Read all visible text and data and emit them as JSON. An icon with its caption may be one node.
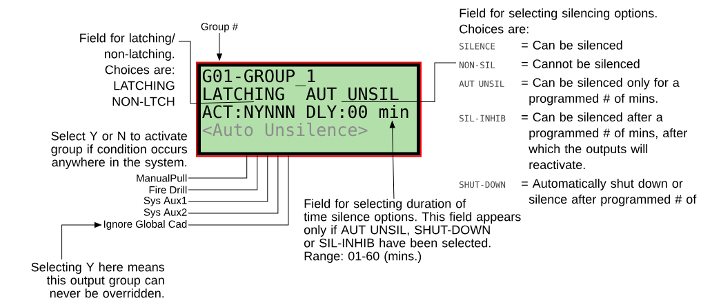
{
  "diagram": {
    "nodes": [
      {
        "text": [
          "G01-GROUP_1",
          "LATCHING",
          "AUT UNSIL",
          "ACT:NYNNN DLY:00 min",
          "<Auto Unsilence>"
        ]
      },
      {
        "text": [
          "Group #"
        ]
      },
      {
        "text": [
          "Field for latching/ non-latching. Choices are:",
          "LATCHING",
          "NON-LTCH"
        ]
      },
      {
        "text": [
          "ManualPull"
        ]
      },
      {
        "text": [
          "Fire Drill"
        ]
      },
      {
        "text": [
          "Sys Aux1"
        ]
      },
      {
        "text": [
          "Sys Aux2"
        ]
      },
      {
        "text": [
          "Ignore Global Cad"
        ]
      },
      {
        "text": [
          "Selecting Y here means this output group can never be overridden."
        ]
      },
      {
        "text": [
          "Field for selecting silencing options. Choices are:",
          "SILENCE",
          "= Can be silenced",
          "NON-SIL",
          "= Cannot be silenced",
          "AUT UNSIL",
          "= Can be silenced only for a programmed # of mins.",
          "SIL-INHIB",
          "= Can be silenced after a programmed # of mins, after which the outputs will reactivate.",
          "SHUT-DOWN",
          "= Automatically shut down or silence after programmed # of"
        ]
      },
      {
        "text": [
          "Field for selecting duration of time silence options. This field appears only if AUT UNSIL, SHUT-DOWN or SIL-INHIB have been selected.",
          "Range: 01-60 (mins.)"
        ]
      }
    ],
    "edges": [
      {
        "from": 1,
        "to": 0,
        "arrow": "to"
      },
      {
        "from": 2,
        "to": 0,
        "arrow": "none"
      },
      {
        "from": 3,
        "to": 0,
        "arrow": "none"
      },
      {
        "from": 4,
        "to": 0,
        "arrow": "none"
      },
      {
        "from": 5,
        "to": 0,
        "arrow": "none"
      },
      {
        "from": 6,
        "to": 0,
        "arrow": "none"
      },
      {
        "from": 7,
        "to": 0,
        "arrow": "none"
      },
      {
        "from": 8,
        "to": 7,
        "arrow": "to"
      },
      {
        "from": 9,
        "to": 0,
        "arrow": "none"
      },
      {
        "from": 10,
        "to": 0,
        "arrow": "to"
      }
    ],
    "labels": [
      "Select Y or N to activate group if condition occurs anywhere in the system."
    ]
  }
}
